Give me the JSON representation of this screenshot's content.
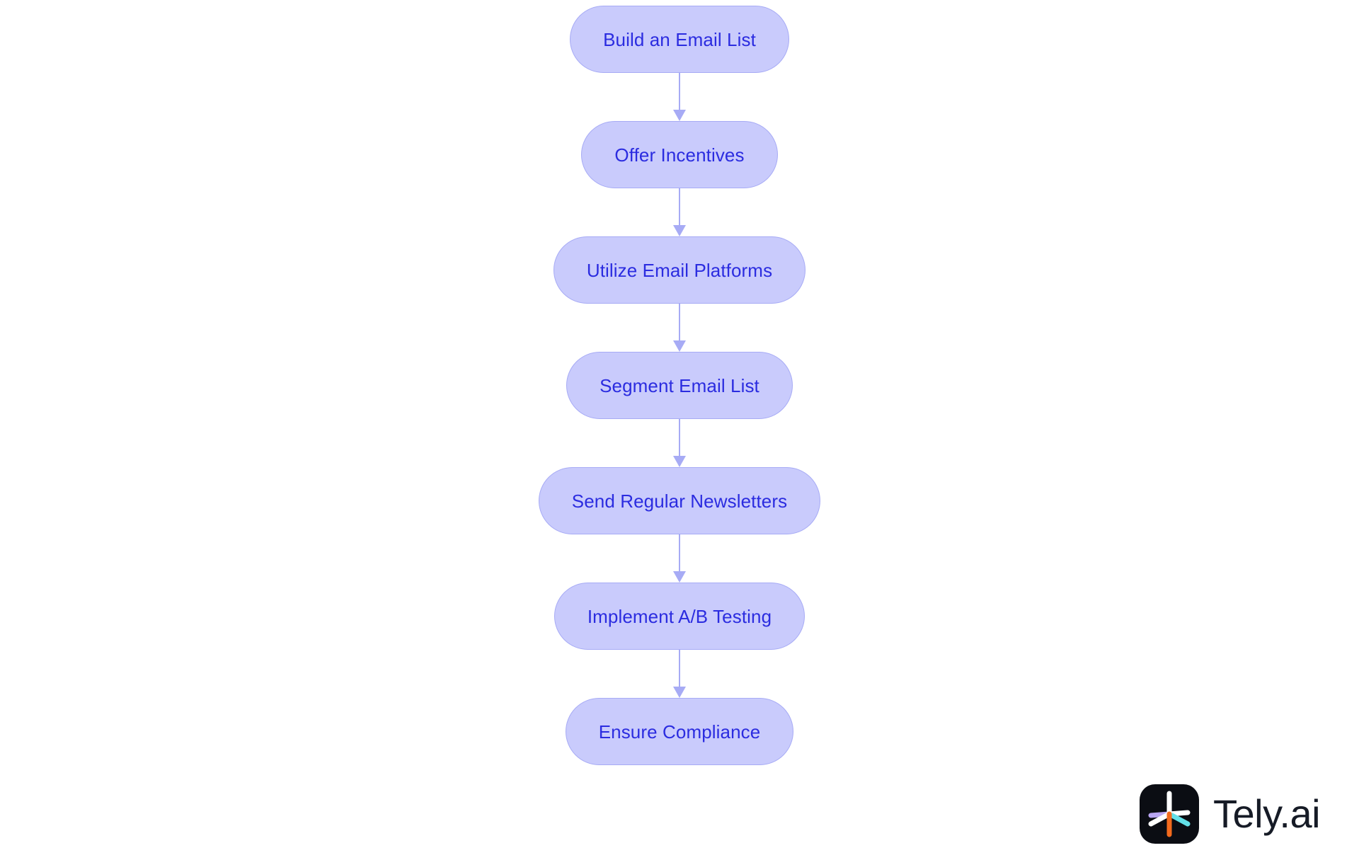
{
  "chart_data": {
    "type": "diagram",
    "diagram_kind": "flowchart",
    "orientation": "top-to-bottom",
    "title": "",
    "nodes": [
      {
        "id": "n1",
        "label": "Build an Email List"
      },
      {
        "id": "n2",
        "label": "Offer Incentives"
      },
      {
        "id": "n3",
        "label": "Utilize Email Platforms"
      },
      {
        "id": "n4",
        "label": "Segment Email List"
      },
      {
        "id": "n5",
        "label": "Send Regular Newsletters"
      },
      {
        "id": "n6",
        "label": "Implement A/B Testing"
      },
      {
        "id": "n7",
        "label": "Ensure Compliance"
      }
    ],
    "edges": [
      {
        "from": "n1",
        "to": "n2",
        "label": ""
      },
      {
        "from": "n2",
        "to": "n3",
        "label": ""
      },
      {
        "from": "n3",
        "to": "n4",
        "label": ""
      },
      {
        "from": "n4",
        "to": "n5",
        "label": ""
      },
      {
        "from": "n5",
        "to": "n6",
        "label": ""
      },
      {
        "from": "n6",
        "to": "n7",
        "label": ""
      }
    ],
    "legend": [],
    "annotations": []
  },
  "colors": {
    "background": "#ffffff",
    "node_fill": "#c9cbfc",
    "node_border": "#a7abf5",
    "node_text": "#2b2ce0",
    "connector": "#a7abf5",
    "logo_mark_background": "#0b0d13",
    "logo_wordmark_text": "#161b26",
    "logo_accent_lavender": "#b9a6f2",
    "logo_accent_cyan": "#63e0e8",
    "logo_accent_orange": "#f36a1d",
    "logo_accent_white": "#ffffff"
  },
  "brand": {
    "wordmark": "Tely.ai",
    "mark_icon": "asterisk-icon"
  }
}
